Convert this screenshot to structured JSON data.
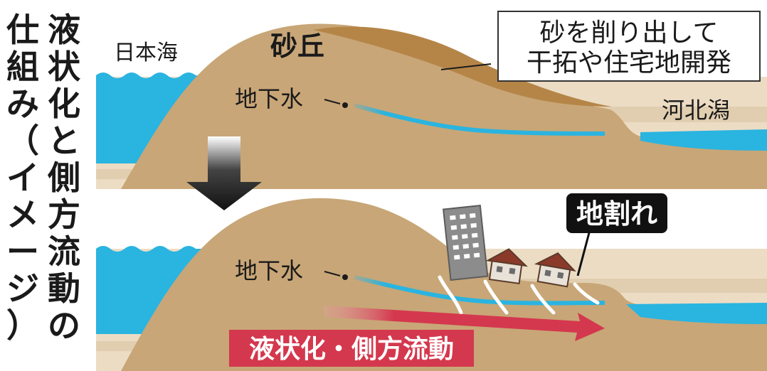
{
  "title": {
    "line1": "液状化と側方流動の",
    "line2": "仕組み（イメージ）"
  },
  "labels": {
    "sea": "日本海",
    "dune": "砂丘",
    "groundwater": "地下水",
    "groundwater_after": "地下水",
    "lagoon": "河北潟",
    "callout_line1": "砂を削り出して",
    "callout_line2": "干拓や住宅地開発",
    "crack": "地割れ",
    "liquefaction": "液状化・側方流動"
  },
  "colors": {
    "sea": "#2ab4e0",
    "sand_light": "#ecdcc4",
    "sand": "#c8a677",
    "dune_top": "#b58548",
    "accent_red": "#d4384e",
    "label_box": "#111111"
  }
}
